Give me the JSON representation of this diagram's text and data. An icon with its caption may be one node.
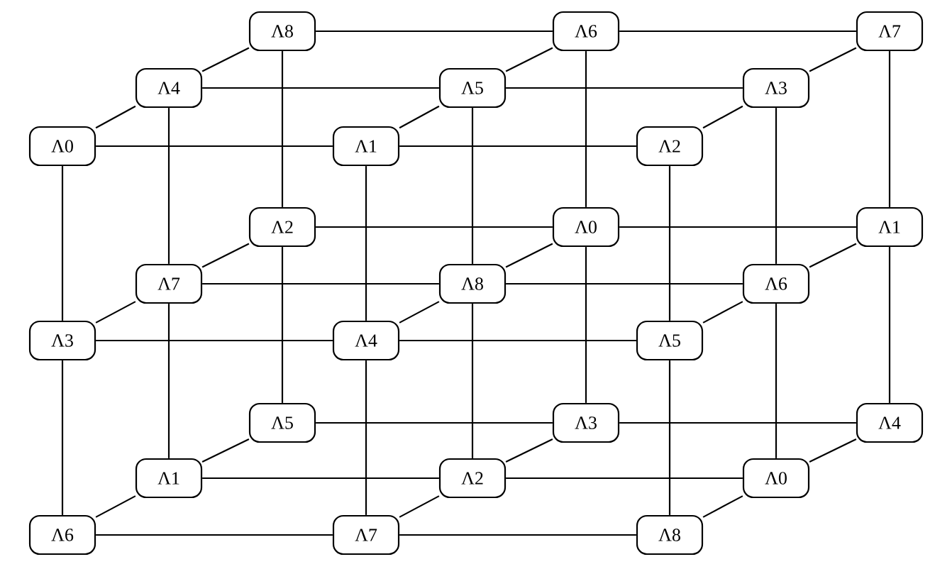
{
  "diagram": {
    "nodes": [
      {
        "text": [
          "Λ8"
        ]
      },
      {
        "text": [
          "Λ6"
        ]
      },
      {
        "text": [
          "Λ7"
        ]
      },
      {
        "text": [
          "Λ4"
        ]
      },
      {
        "text": [
          "Λ5"
        ]
      },
      {
        "text": [
          "Λ3"
        ]
      },
      {
        "text": [
          "Λ0"
        ]
      },
      {
        "text": [
          "Λ1"
        ]
      },
      {
        "text": [
          "Λ2"
        ]
      },
      {
        "text": [
          "Λ2"
        ]
      },
      {
        "text": [
          "Λ0"
        ]
      },
      {
        "text": [
          "Λ1"
        ]
      },
      {
        "text": [
          "Λ7"
        ]
      },
      {
        "text": [
          "Λ8"
        ]
      },
      {
        "text": [
          "Λ6"
        ]
      },
      {
        "text": [
          "Λ3"
        ]
      },
      {
        "text": [
          "Λ4"
        ]
      },
      {
        "text": [
          "Λ5"
        ]
      },
      {
        "text": [
          "Λ5"
        ]
      },
      {
        "text": [
          "Λ3"
        ]
      },
      {
        "text": [
          "Λ4"
        ]
      },
      {
        "text": [
          "Λ1"
        ]
      },
      {
        "text": [
          "Λ2"
        ]
      },
      {
        "text": [
          "Λ0"
        ]
      },
      {
        "text": [
          "Λ6"
        ]
      },
      {
        "text": [
          "Λ7"
        ]
      },
      {
        "text": [
          "Λ8"
        ]
      }
    ],
    "edges": [
      {
        "from": 0,
        "to": 1,
        "arrow": "none"
      },
      {
        "from": 1,
        "to": 2,
        "arrow": "none"
      },
      {
        "from": 3,
        "to": 4,
        "arrow": "none"
      },
      {
        "from": 4,
        "to": 5,
        "arrow": "none"
      },
      {
        "from": 6,
        "to": 7,
        "arrow": "none"
      },
      {
        "from": 7,
        "to": 8,
        "arrow": "none"
      },
      {
        "from": 0,
        "to": 3,
        "arrow": "none"
      },
      {
        "from": 3,
        "to": 6,
        "arrow": "none"
      },
      {
        "from": 1,
        "to": 4,
        "arrow": "none"
      },
      {
        "from": 4,
        "to": 7,
        "arrow": "none"
      },
      {
        "from": 2,
        "to": 5,
        "arrow": "none"
      },
      {
        "from": 5,
        "to": 8,
        "arrow": "none"
      },
      {
        "from": 9,
        "to": 10,
        "arrow": "none"
      },
      {
        "from": 10,
        "to": 11,
        "arrow": "none"
      },
      {
        "from": 12,
        "to": 13,
        "arrow": "none"
      },
      {
        "from": 13,
        "to": 14,
        "arrow": "none"
      },
      {
        "from": 15,
        "to": 16,
        "arrow": "none"
      },
      {
        "from": 16,
        "to": 17,
        "arrow": "none"
      },
      {
        "from": 9,
        "to": 12,
        "arrow": "none"
      },
      {
        "from": 12,
        "to": 15,
        "arrow": "none"
      },
      {
        "from": 10,
        "to": 13,
        "arrow": "none"
      },
      {
        "from": 13,
        "to": 16,
        "arrow": "none"
      },
      {
        "from": 11,
        "to": 14,
        "arrow": "none"
      },
      {
        "from": 14,
        "to": 17,
        "arrow": "none"
      },
      {
        "from": 18,
        "to": 19,
        "arrow": "none"
      },
      {
        "from": 19,
        "to": 20,
        "arrow": "none"
      },
      {
        "from": 21,
        "to": 22,
        "arrow": "none"
      },
      {
        "from": 22,
        "to": 23,
        "arrow": "none"
      },
      {
        "from": 24,
        "to": 25,
        "arrow": "none"
      },
      {
        "from": 25,
        "to": 26,
        "arrow": "none"
      },
      {
        "from": 18,
        "to": 21,
        "arrow": "none"
      },
      {
        "from": 21,
        "to": 24,
        "arrow": "none"
      },
      {
        "from": 19,
        "to": 22,
        "arrow": "none"
      },
      {
        "from": 22,
        "to": 25,
        "arrow": "none"
      },
      {
        "from": 20,
        "to": 23,
        "arrow": "none"
      },
      {
        "from": 23,
        "to": 26,
        "arrow": "none"
      },
      {
        "from": 0,
        "to": 9,
        "arrow": "none"
      },
      {
        "from": 1,
        "to": 10,
        "arrow": "none"
      },
      {
        "from": 2,
        "to": 11,
        "arrow": "none"
      },
      {
        "from": 3,
        "to": 12,
        "arrow": "none"
      },
      {
        "from": 4,
        "to": 13,
        "arrow": "none"
      },
      {
        "from": 5,
        "to": 14,
        "arrow": "none"
      },
      {
        "from": 6,
        "to": 15,
        "arrow": "none"
      },
      {
        "from": 7,
        "to": 16,
        "arrow": "none"
      },
      {
        "from": 8,
        "to": 17,
        "arrow": "none"
      },
      {
        "from": 9,
        "to": 18,
        "arrow": "none"
      },
      {
        "from": 10,
        "to": 19,
        "arrow": "none"
      },
      {
        "from": 11,
        "to": 20,
        "arrow": "none"
      },
      {
        "from": 12,
        "to": 21,
        "arrow": "none"
      },
      {
        "from": 13,
        "to": 22,
        "arrow": "none"
      },
      {
        "from": 14,
        "to": 23,
        "arrow": "none"
      },
      {
        "from": 15,
        "to": 24,
        "arrow": "none"
      },
      {
        "from": 16,
        "to": 25,
        "arrow": "none"
      },
      {
        "from": 17,
        "to": 26,
        "arrow": "none"
      }
    ]
  }
}
